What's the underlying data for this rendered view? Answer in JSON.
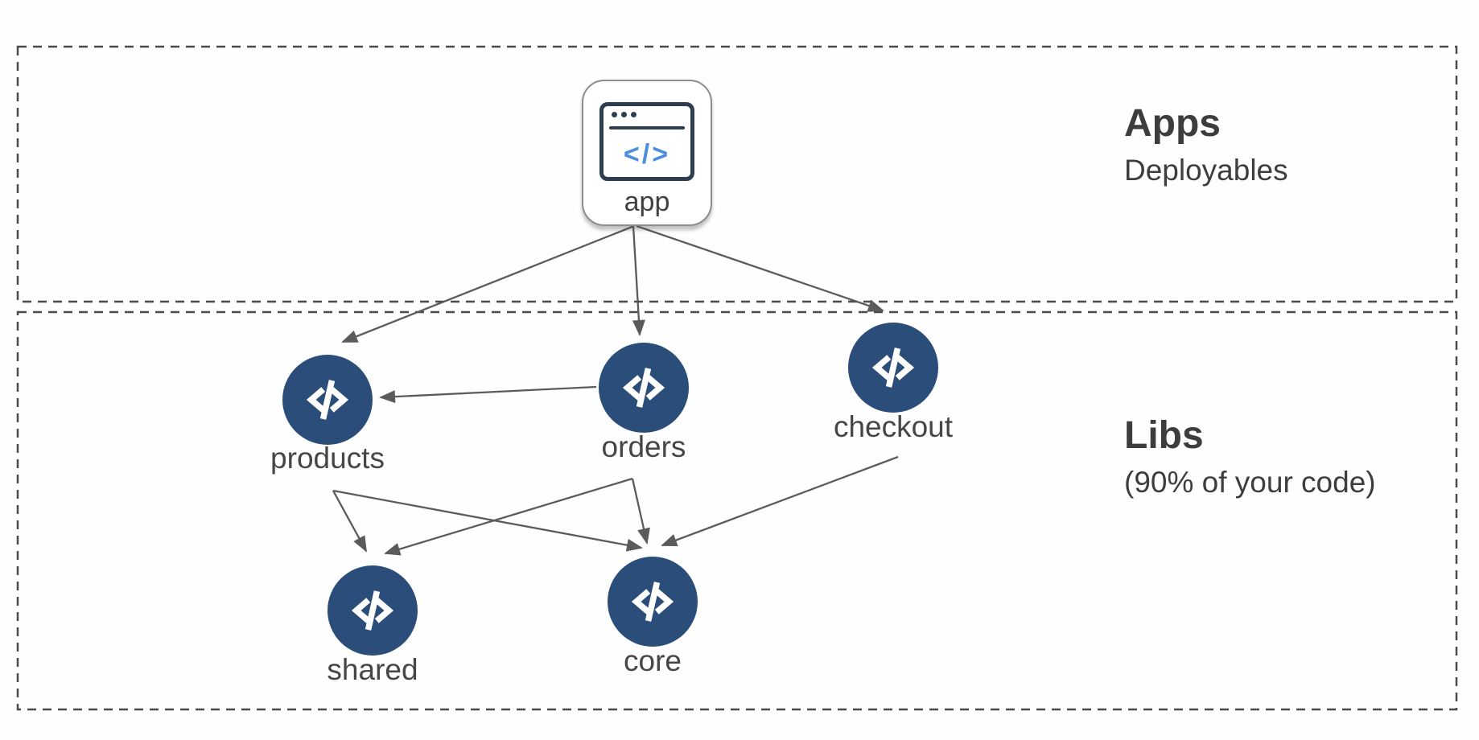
{
  "diagram": {
    "title_hint": "workspace dependency graph",
    "sections": [
      {
        "id": "apps",
        "title": "Apps",
        "subtitle": "Deployables"
      },
      {
        "id": "libs",
        "title": "Libs",
        "subtitle": "(90% of your code)"
      }
    ],
    "nodes": {
      "app": {
        "label": "app",
        "type": "application",
        "icon": "browser-code-icon"
      },
      "products": {
        "label": "products",
        "type": "library",
        "icon": "code-icon"
      },
      "orders": {
        "label": "orders",
        "type": "library",
        "icon": "code-icon"
      },
      "checkout": {
        "label": "checkout",
        "type": "library",
        "icon": "code-icon"
      },
      "shared": {
        "label": "shared",
        "type": "library",
        "icon": "code-icon"
      },
      "core": {
        "label": "core",
        "type": "library",
        "icon": "code-icon"
      }
    },
    "app_icon_code_text": "</>",
    "edges": [
      {
        "from": "app",
        "to": "products"
      },
      {
        "from": "app",
        "to": "orders"
      },
      {
        "from": "app",
        "to": "checkout"
      },
      {
        "from": "orders",
        "to": "products"
      },
      {
        "from": "products",
        "to": "shared"
      },
      {
        "from": "products",
        "to": "core"
      },
      {
        "from": "orders",
        "to": "shared"
      },
      {
        "from": "orders",
        "to": "core"
      },
      {
        "from": "checkout",
        "to": "core"
      }
    ],
    "colors": {
      "node_fill": "#2a4d79",
      "node_glyph": "#ffffff",
      "edge": "#5b5b5b",
      "dashed_border": "#4a4a4a",
      "text": "#464646",
      "app_icon_outline": "#2c3e50",
      "app_icon_code": "#4a8fdd"
    }
  }
}
